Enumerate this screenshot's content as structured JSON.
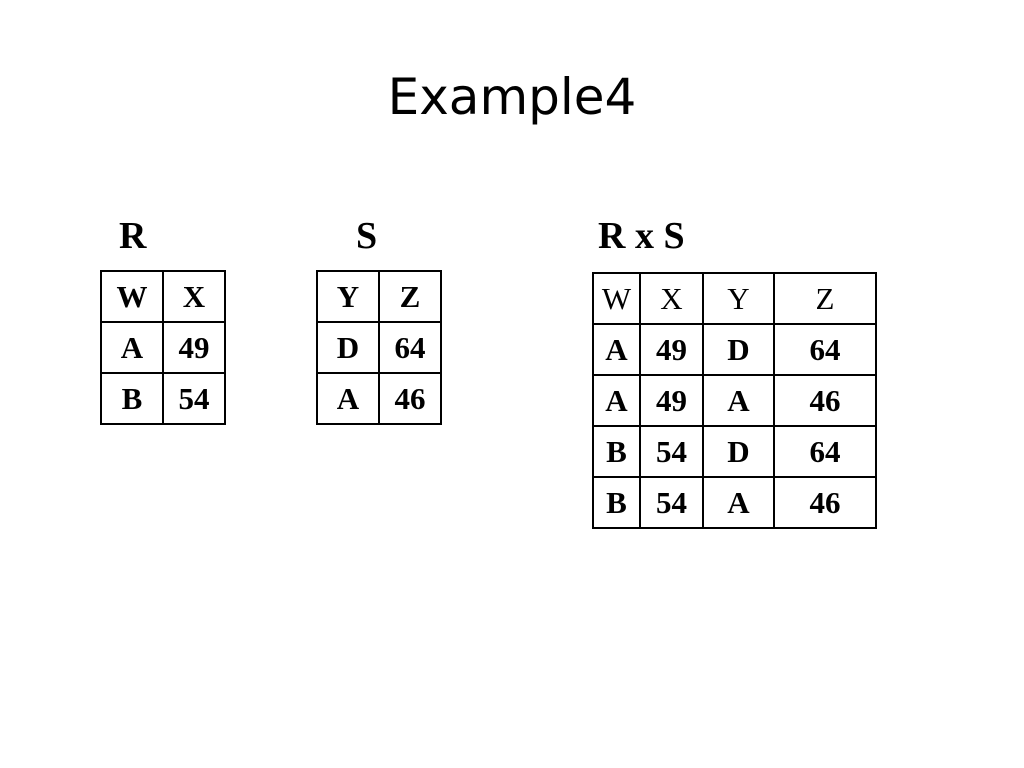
{
  "title": "Example4",
  "tables": {
    "r": {
      "label": "R",
      "headers": [
        "W",
        "X"
      ],
      "rows": [
        [
          "A",
          "49"
        ],
        [
          "B",
          "54"
        ]
      ]
    },
    "s": {
      "label": "S",
      "headers": [
        "Y",
        "Z"
      ],
      "rows": [
        [
          "D",
          "64"
        ],
        [
          "A",
          "46"
        ]
      ]
    },
    "rxs": {
      "label": "R x S",
      "headers": [
        "W",
        "X",
        "Y",
        "Z"
      ],
      "rows": [
        [
          "A",
          "49",
          "D",
          "64"
        ],
        [
          "A",
          "49",
          "A",
          "46"
        ],
        [
          "B",
          "54",
          "D",
          "64"
        ],
        [
          "B",
          "54",
          "A",
          "46"
        ]
      ]
    }
  }
}
